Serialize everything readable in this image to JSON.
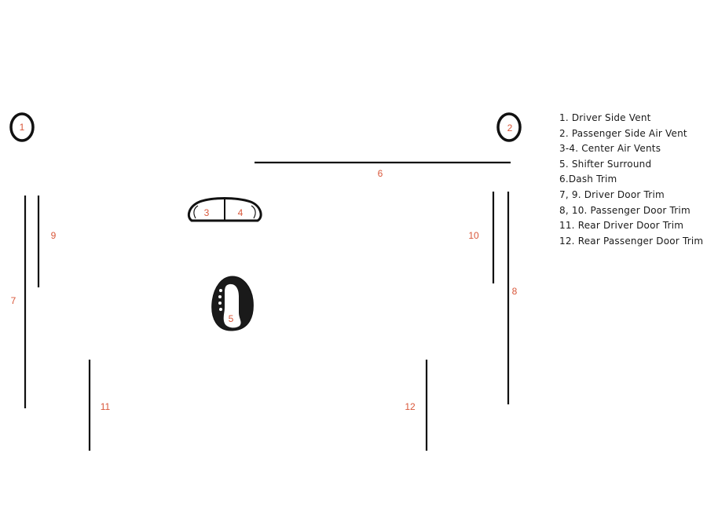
{
  "markers": {
    "m1": "1",
    "m2": "2",
    "m3": "3",
    "m4": "4",
    "m5": "5",
    "m6": "6",
    "m7": "7",
    "m8": "8",
    "m9": "9",
    "m10": "10",
    "m11": "11",
    "m12": "12"
  },
  "legend": [
    "1. Driver Side Vent",
    "2. Passenger Side Air Vent",
    "3-4. Center Air Vents",
    "5. Shifter Surround",
    "6.Dash Trim",
    "7, 9. Driver Door Trim",
    "8, 10. Passenger Door Trim",
    "11. Rear Driver Door Trim",
    "12. Rear Passenger Door Trim"
  ],
  "colors": {
    "label": "#d9573a",
    "trim": "#111111",
    "text": "#1a1a1a"
  }
}
